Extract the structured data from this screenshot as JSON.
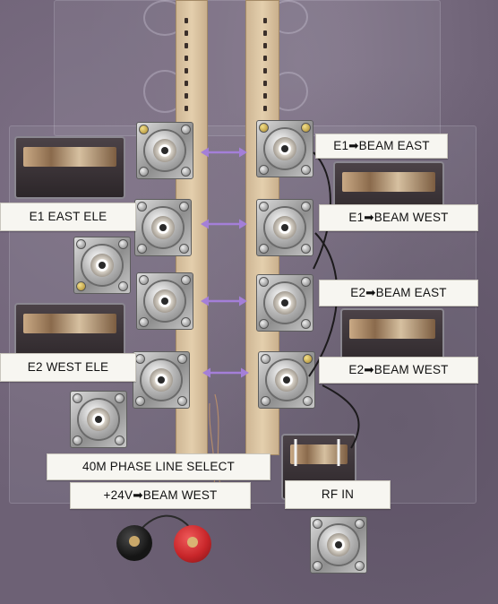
{
  "labels": {
    "e1_beam_east": "E1➡BEAM EAST",
    "e1_east_ele": "E1 EAST ELE",
    "e1_beam_west": "E1➡BEAM WEST",
    "e2_beam_east": "E2➡BEAM EAST",
    "e2_west_ele": "E2 WEST ELE",
    "e2_beam_west": "E2➡BEAM WEST",
    "phase_line_select": "40M PHASE LINE SELECT",
    "power_beam_west": "+24V➡BEAM WEST",
    "rf_in": "RF IN"
  },
  "colors": {
    "background": "#6d6175",
    "arrow": "#a47fd8",
    "label_bg": "#f7f6f1",
    "board": "#ddc6a3",
    "post_red": "#c8262a",
    "post_black": "#151515"
  },
  "icons": {
    "double_arrow": "double-arrow-icon",
    "connector": "so239-connector-icon"
  }
}
